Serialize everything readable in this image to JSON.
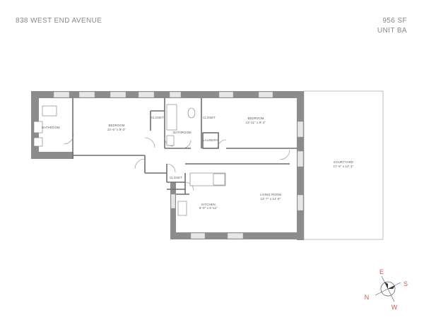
{
  "header": {
    "address": "838 WEST END AVENUE",
    "area": "956 SF",
    "unit": "UNIT BA"
  },
  "rooms": {
    "bathroom_left": {
      "name": "BATHROOM",
      "dims": ""
    },
    "bedroom_1": {
      "name": "BEDROOM",
      "dims": "14'-6\" x 9'-2\""
    },
    "closet_1": {
      "name": "CLOSET",
      "dims": ""
    },
    "bathroom_mid": {
      "name": "BATHROOM",
      "dims": ""
    },
    "closet_2": {
      "name": "CLOSET",
      "dims": ""
    },
    "laundry": {
      "name": "LAUNDRY",
      "dims": ""
    },
    "bedroom_2": {
      "name": "BEDROOM",
      "dims": "13'-11\" x 9'-4\""
    },
    "closet_3": {
      "name": "CLOSET",
      "dims": ""
    },
    "kitchen": {
      "name": "KITCHEN",
      "dims": "8'-0\" x 6'-11\""
    },
    "living_room": {
      "name": "LIVING ROOM",
      "dims": "12'-7\" x 14'-6\""
    },
    "courtyard": {
      "name": "COURTYARD",
      "dims": "17'-5\" x 14'-1\""
    }
  },
  "compass": {
    "n": "N",
    "e": "E",
    "s": "S",
    "w": "W",
    "color": "#d9534f"
  },
  "colors": {
    "wall": "#8c8c8c",
    "window": "#bdbdbd",
    "line": "#6e6e6e"
  }
}
